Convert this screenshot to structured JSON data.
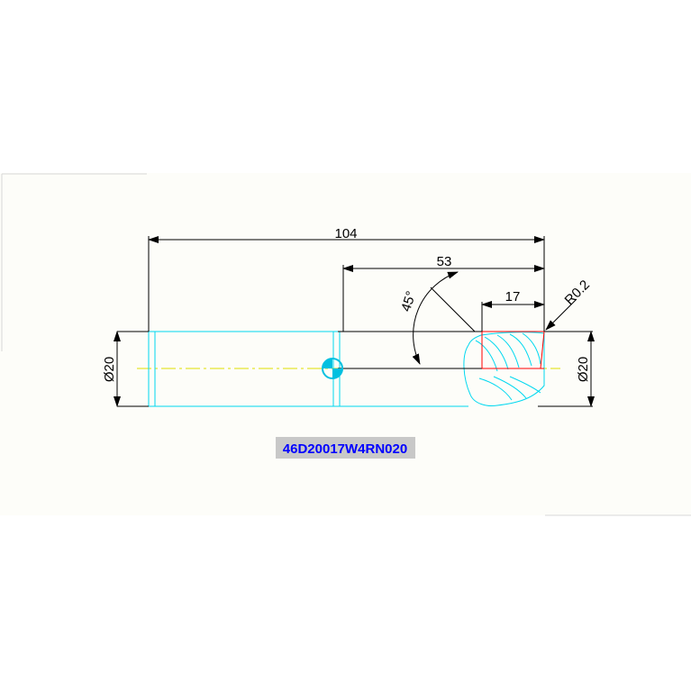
{
  "drawing": {
    "dimensions": {
      "overall_length": "104",
      "shank_to_tip": "53",
      "flute_length": "17",
      "corner_radius": "R0.2",
      "helix_angle": "45°",
      "shank_diameter": "Ø20",
      "cutter_diameter": "Ø20"
    },
    "part_number": "46D20017W4RN020"
  },
  "colors": {
    "background": "#ffffff",
    "sheet": "#fdfdf9",
    "dimension_lines": "#000000",
    "tool_outline": "#00d8f0",
    "centerline": "#e0e000",
    "flute_highlight": "#ff0000",
    "part_number_text": "#0000ff",
    "part_number_bg": "#c8c8c8"
  }
}
